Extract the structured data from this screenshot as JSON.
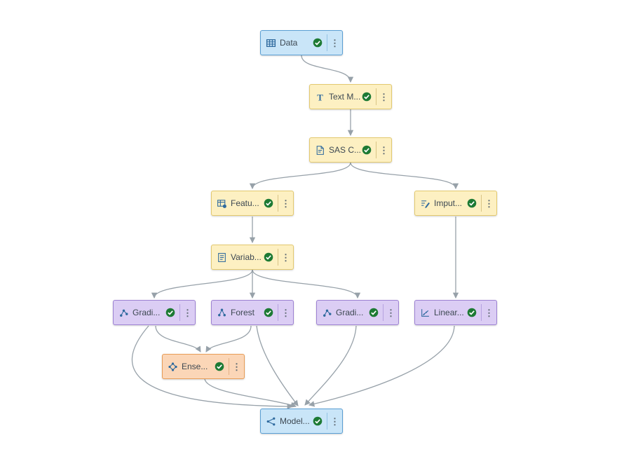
{
  "app": {
    "name": "pipeline-canvas",
    "background": "#ffffff"
  },
  "palette": {
    "data": {
      "bg": "#c9e5f8",
      "border": "#5a9fd4",
      "divider": "#93c2e4"
    },
    "prep": {
      "bg": "#fdf0c2",
      "border": "#e3c96f",
      "divider": "#d9c486"
    },
    "supervised": {
      "bg": "#dbcdf4",
      "border": "#9d82d3",
      "divider": "#b6a2e0"
    },
    "ensemble": {
      "bg": "#fbd6b7",
      "border": "#e89d57",
      "divider": "#e5b184"
    },
    "comparison": {
      "bg": "#c9e5f8",
      "border": "#5a9fd4",
      "divider": "#93c2e4"
    }
  },
  "edges_style": {
    "color": "#97a1a9",
    "width": 1.3
  },
  "status": {
    "name": "success-check",
    "color": "#1d7a34"
  },
  "nodes": [
    {
      "id": "data",
      "label": "Data",
      "type": "data"
    },
    {
      "id": "text-mining",
      "label": "Text M...",
      "type": "prep"
    },
    {
      "id": "sas-code",
      "label": "SAS C...",
      "type": "prep"
    },
    {
      "id": "feature-extraction",
      "label": "Featu...",
      "type": "prep"
    },
    {
      "id": "imputation",
      "label": "Imput...",
      "type": "prep"
    },
    {
      "id": "variable-selection",
      "label": "Variab...",
      "type": "prep"
    },
    {
      "id": "gradient-boosting-1",
      "label": "Gradi...",
      "type": "supervised"
    },
    {
      "id": "forest",
      "label": "Forest",
      "type": "supervised"
    },
    {
      "id": "gradient-boosting-2",
      "label": "Gradi...",
      "type": "supervised"
    },
    {
      "id": "linear-regression",
      "label": "Linear...",
      "type": "supervised"
    },
    {
      "id": "ensemble",
      "label": "Ense...",
      "type": "ensemble"
    },
    {
      "id": "model-comparison",
      "label": "Model...",
      "type": "comparison"
    }
  ],
  "edges": [
    {
      "from": "data",
      "to": "text-mining"
    },
    {
      "from": "text-mining",
      "to": "sas-code"
    },
    {
      "from": "sas-code",
      "to": "feature-extraction"
    },
    {
      "from": "sas-code",
      "to": "imputation"
    },
    {
      "from": "feature-extraction",
      "to": "variable-selection"
    },
    {
      "from": "variable-selection",
      "to": "gradient-boosting-1"
    },
    {
      "from": "variable-selection",
      "to": "forest"
    },
    {
      "from": "variable-selection",
      "to": "gradient-boosting-2"
    },
    {
      "from": "imputation",
      "to": "linear-regression"
    },
    {
      "from": "gradient-boosting-1",
      "to": "ensemble"
    },
    {
      "from": "forest",
      "to": "ensemble"
    },
    {
      "from": "gradient-boosting-1",
      "to": "model-comparison"
    },
    {
      "from": "forest",
      "to": "model-comparison"
    },
    {
      "from": "gradient-boosting-2",
      "to": "model-comparison"
    },
    {
      "from": "linear-regression",
      "to": "model-comparison"
    },
    {
      "from": "ensemble",
      "to": "model-comparison"
    }
  ]
}
